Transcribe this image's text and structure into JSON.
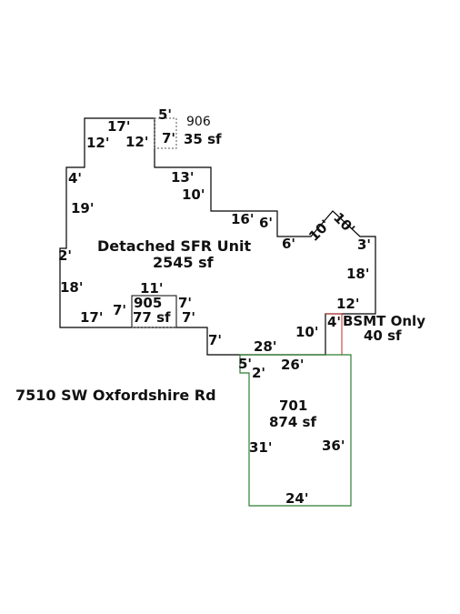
{
  "address": "7510 SW Oxfordshire Rd",
  "colors": {
    "main_outline": "#000000",
    "garage_outline": "#2e7d32",
    "basement_outline": "#c62828",
    "dotted": "#555555"
  },
  "areas": {
    "main": {
      "title": "Detached SFR Unit",
      "area": "2545 sf"
    },
    "area_906": {
      "code": "906",
      "area": "35 sf"
    },
    "area_905": {
      "code": "905",
      "area": "77 sf"
    },
    "basement": {
      "title": "BSMT Only",
      "area": "40 sf"
    },
    "area_701": {
      "code": "701",
      "area": "874 sf"
    }
  },
  "dimensions": {
    "d17_top": "17'",
    "d5_top": "5'",
    "d12_left": "12'",
    "d12_right": "12'",
    "d7_906": "7'",
    "d4_left": "4'",
    "d13": "13'",
    "d10_a": "10'",
    "d19": "19'",
    "d16": "16'",
    "d6_a": "6'",
    "d10_diag_a": "10'",
    "d10_diag_b": "10'",
    "d2_left": "2'",
    "d6_b": "6'",
    "d3": "3'",
    "d18_left": "18'",
    "d18_right": "18'",
    "d11": "11'",
    "d17_bottom": "17'",
    "d7_905_left": "7'",
    "d7_905_right_a": "7'",
    "d7_905_right_b": "7'",
    "d12_bsmt": "12'",
    "d10_bsmt": "10'",
    "d4_bsmt": "4'",
    "d7_lower": "7'",
    "d28": "28'",
    "d5_lower": "5'",
    "d2_lower": "2'",
    "d26": "26'",
    "d31": "31'",
    "d36": "36'",
    "d24": "24'"
  }
}
